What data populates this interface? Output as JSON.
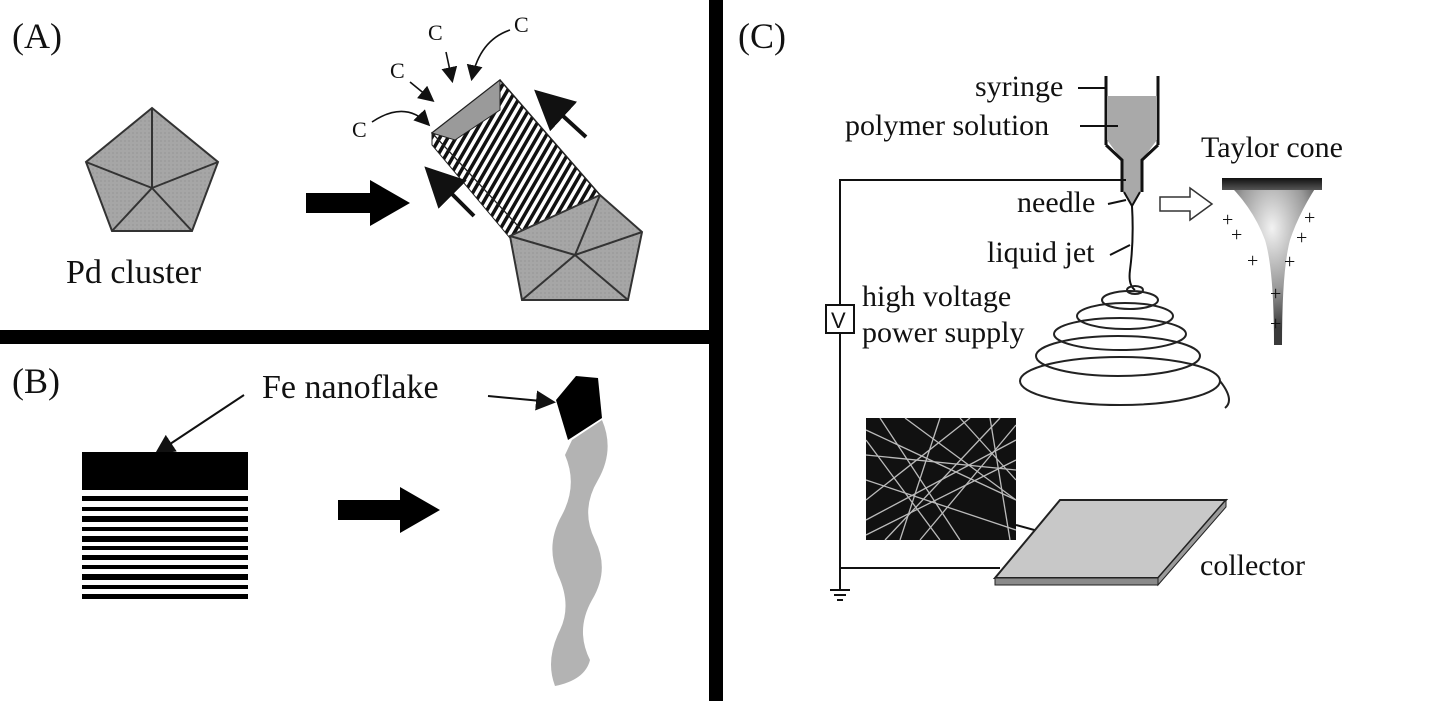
{
  "panels": {
    "a": {
      "label": "(A)",
      "cluster_label": "Pd cluster",
      "carbon_labels": [
        "C",
        "C",
        "C",
        "C"
      ]
    },
    "b": {
      "label": "(B)",
      "flake_label": "Fe nanoflake"
    },
    "c": {
      "label": "(C)",
      "syringe": "syringe",
      "polymer_solution": "polymer solution",
      "needle": "needle",
      "liquid_jet": "liquid jet",
      "voltage_line1": "high voltage",
      "voltage_line2": "power supply",
      "voltage_symbol": "V",
      "taylor_cone": "Taylor cone",
      "collector": "collector"
    }
  },
  "colors": {
    "divider": "#000000",
    "facet_fill": "#a6a6a6",
    "collector_fill": "#c8c8c8",
    "solution_fill": "#a9a9a9",
    "fiber_fill": "#b3b3b3"
  }
}
